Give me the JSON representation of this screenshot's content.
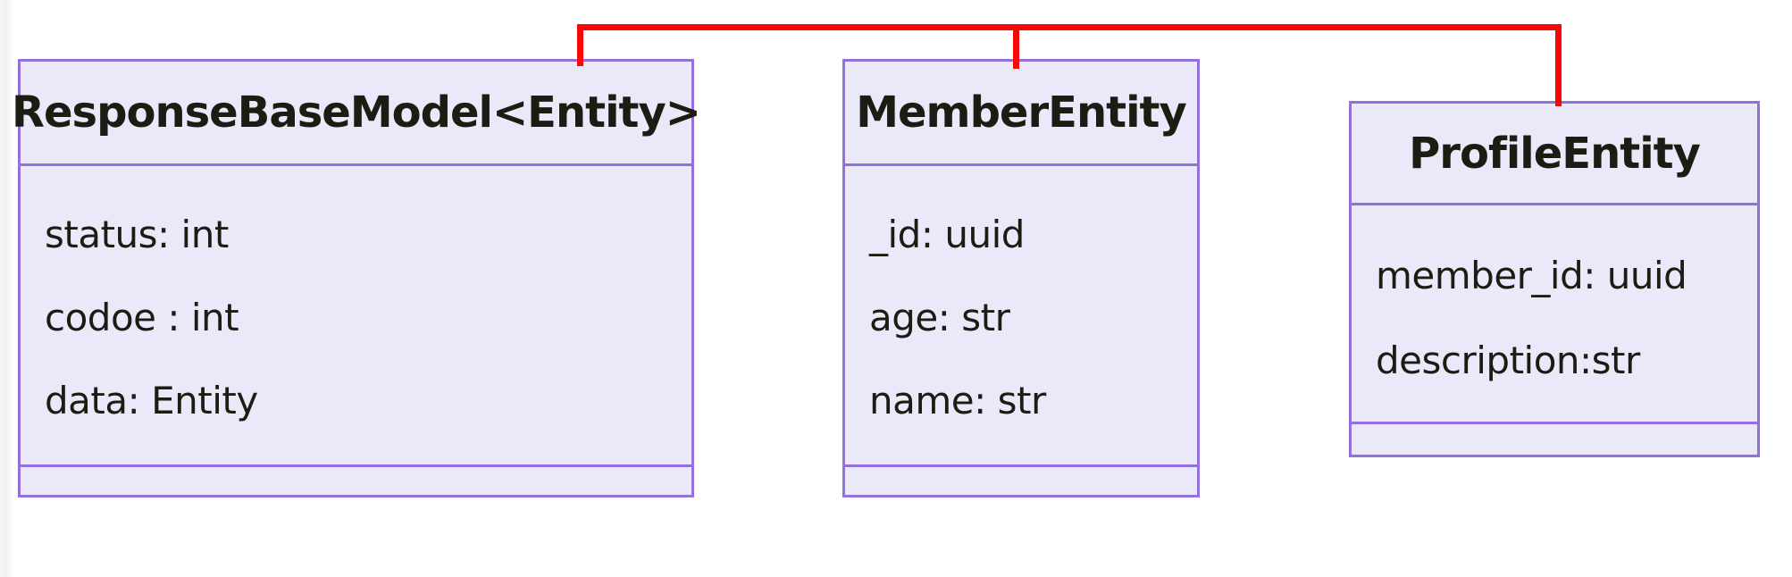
{
  "diagram": {
    "kind": "uml-class-diagram",
    "palette": {
      "box_fill": "#E9E9FA",
      "box_border": "#9370DB",
      "connector": "#F90606",
      "text": "#1C1C12"
    },
    "classes": [
      {
        "name": "ResponseBaseModel<Entity>",
        "attributes": [
          "status: int",
          "codoe : int",
          "data: Entity"
        ],
        "methods": []
      },
      {
        "name": "MemberEntity",
        "attributes": [
          "_id: uuid",
          "age: str",
          "name: str"
        ],
        "methods": []
      },
      {
        "name": "ProfileEntity",
        "attributes": [
          "member_id: uuid",
          "description:str"
        ],
        "methods": []
      }
    ],
    "connector": {
      "color": "#F90606",
      "connects": [
        "ResponseBaseModel<Entity>",
        "MemberEntity",
        "ProfileEntity"
      ]
    }
  }
}
